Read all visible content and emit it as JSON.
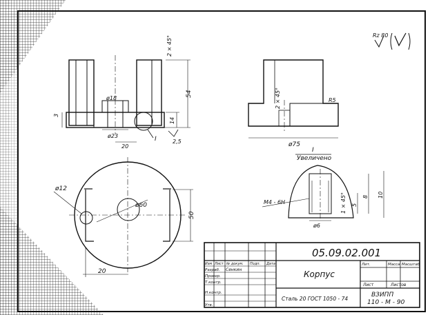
{
  "drawing": {
    "designation": "05.09.02.001",
    "part_name": "Корпус",
    "material": "Сталь 20 ГОСТ 1050 - 74",
    "organization_line1": "ВЗИПП",
    "organization_line2": "110 - М - 90",
    "roughness": "Rz 80",
    "title_block": {
      "col_headers": [
        "Изм",
        "Лист",
        "№ докум.",
        "Подп.",
        "Дата"
      ],
      "row_labels": [
        "Разраб.",
        "Провер.",
        "Т.контр.",
        "Н.контр.",
        "Утв."
      ],
      "developer": "Сенкин",
      "letter_header": "Лит.",
      "mass_header": "Масса",
      "scale_header": "Масштаб",
      "sheet_header": "Лист",
      "sheets_header": "Листов"
    }
  },
  "views": {
    "front_dims": {
      "height": "54",
      "chamfer": "2 × 45°",
      "step": "14",
      "base": "3",
      "bore": "ø18",
      "outer": "ø23",
      "offset": "20",
      "roughness_note": "2,5",
      "detail_ref": "I"
    },
    "side_dims": {
      "diameter": "ø75",
      "radius": "R5",
      "chamfer": "2 × 45°"
    },
    "top_dims": {
      "hole": "ø12",
      "center": "ø60",
      "width": "50",
      "offset": "20"
    },
    "detail": {
      "label": "I",
      "caption": "Увеличено",
      "thread": "M4 - 6H",
      "diameter": "ø6",
      "chamfer": "1 × 45°",
      "depth1": "5",
      "depth2": "8",
      "depth3": "10"
    }
  }
}
